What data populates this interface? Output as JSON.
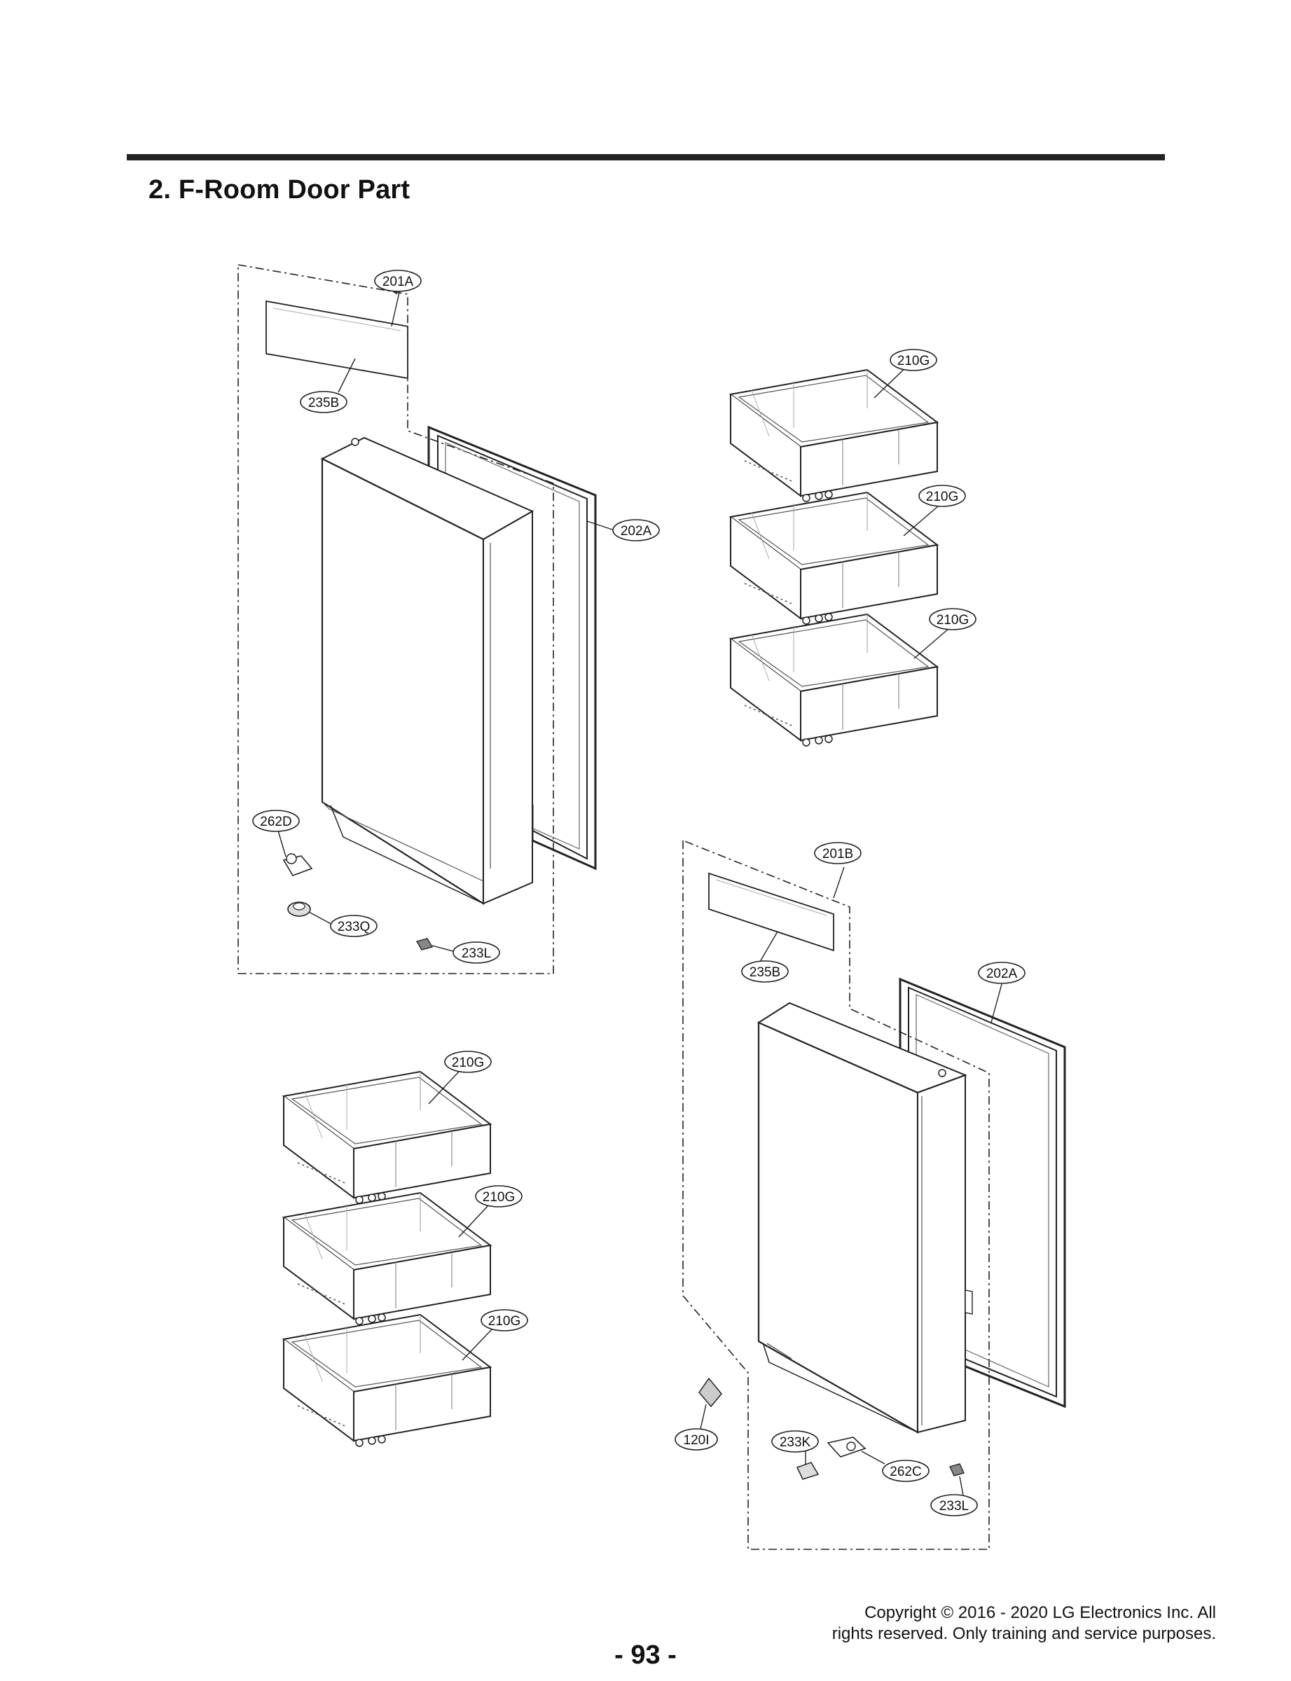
{
  "section_title": "2. F-Room Door Part",
  "page_number": "- 93 -",
  "copyright": {
    "line1": "Copyright © 2016 - 2020 LG Electronics Inc. All",
    "line2": "rights reserved. Only training and service purposes."
  },
  "callouts": {
    "c201a": "201A",
    "c235b_left": "235B",
    "c202a_left": "202A",
    "c210g_r1": "210G",
    "c210g_r2": "210G",
    "c210g_r3": "210G",
    "c262d": "262D",
    "c233q": "233Q",
    "c233l_left": "233L",
    "c201b": "201B",
    "c235b_right": "235B",
    "c202a_right": "202A",
    "c210g_l1": "210G",
    "c210g_l2": "210G",
    "c210g_l3": "210G",
    "c120i": "120I",
    "c233k": "233K",
    "c262c": "262C",
    "c233l_right": "233L"
  }
}
